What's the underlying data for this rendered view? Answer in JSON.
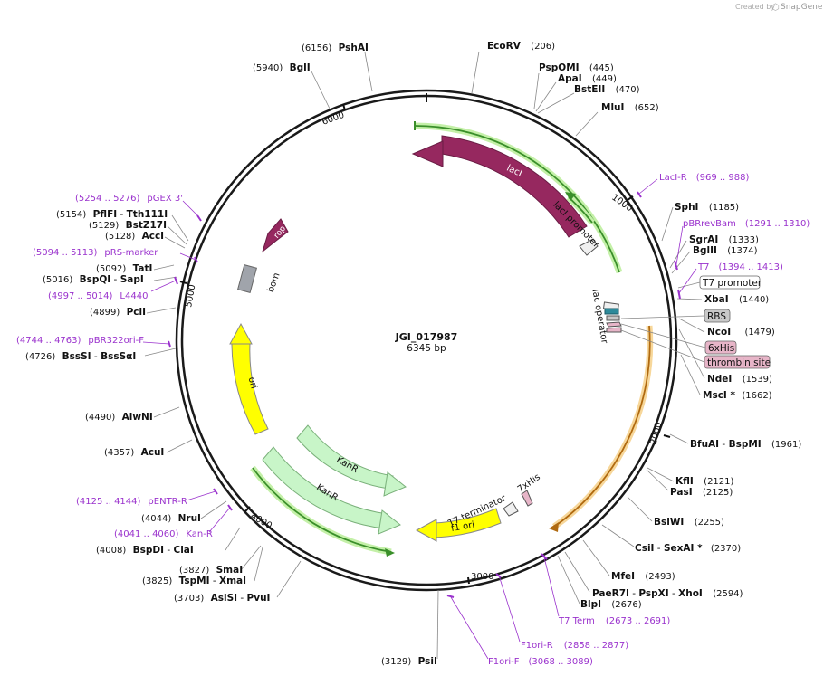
{
  "title": "JGI_017987",
  "size_text": "6345 bp",
  "credit": {
    "prefix": "Created by",
    "brand": "SnapGene"
  },
  "ticks": [
    {
      "id": "tick-1000",
      "text": "1000"
    },
    {
      "id": "tick-2000",
      "text": "2000"
    },
    {
      "id": "tick-3000",
      "text": "3000"
    },
    {
      "id": "tick-4000",
      "text": "4000"
    },
    {
      "id": "tick-5000",
      "text": "5000"
    },
    {
      "id": "tick-6000",
      "text": "6000"
    }
  ],
  "features": [
    {
      "id": "laci",
      "text": "lacI"
    },
    {
      "id": "laci-promoter",
      "text": "lacI promoter"
    },
    {
      "id": "lac-operator",
      "text": "lac operator"
    },
    {
      "id": "rop",
      "text": "rop"
    },
    {
      "id": "bom",
      "text": "bom"
    },
    {
      "id": "ori",
      "text": "ori"
    },
    {
      "id": "kanr1",
      "text": "KanR"
    },
    {
      "id": "kanr2",
      "text": "KanR"
    },
    {
      "id": "f1-ori",
      "text": "f1 ori"
    },
    {
      "id": "t7-terminator",
      "text": "T7 terminator"
    },
    {
      "id": "7xhis",
      "text": "7xHis"
    }
  ],
  "boxed_labels": [
    {
      "id": "t7-promoter",
      "text": "T7 promoter"
    },
    {
      "id": "rbs",
      "text": "RBS"
    },
    {
      "id": "6xhis",
      "text": "6xHis"
    },
    {
      "id": "thrombin-site",
      "text": "thrombin site"
    }
  ],
  "sites_right": [
    {
      "name": "EcoRV",
      "pos": "(206)"
    },
    {
      "name": "PspOMI",
      "pos": "(445)"
    },
    {
      "name": "ApaI",
      "pos": "(449)"
    },
    {
      "name": "BstEII",
      "pos": "(470)"
    },
    {
      "name": "MluI",
      "pos": "(652)"
    },
    {
      "name": "SphI",
      "pos": "(1185)"
    },
    {
      "name": "SgrAI",
      "pos": "(1333)"
    },
    {
      "name": "BglII",
      "pos": "(1374)"
    },
    {
      "name": "XbaI",
      "pos": "(1440)"
    },
    {
      "name": "NcoI",
      "pos": "(1479)"
    },
    {
      "name": "NdeI",
      "pos": "(1539)"
    },
    {
      "name": "MscI *",
      "pos": "(1662)"
    },
    {
      "name": "BfuAI",
      "sep": " - ",
      "name2": "BspMI",
      "pos": "(1961)"
    },
    {
      "name": "KflI",
      "pos": "(2121)"
    },
    {
      "name": "PasI",
      "pos": "(2125)"
    },
    {
      "name": "BsiWI",
      "pos": "(2255)"
    },
    {
      "name": "CsiI",
      "sep": " - ",
      "name2": "SexAI *",
      "pos": "(2370)"
    },
    {
      "name": "MfeI",
      "pos": "(2493)"
    },
    {
      "name": "PaeR7I",
      "sep": " - ",
      "name2": "PspXI",
      "sep2": " - ",
      "name3": "XhoI",
      "pos": "(2594)"
    },
    {
      "name": "BlpI",
      "pos": "(2676)"
    },
    {
      "name": "PsiI",
      "pos": "(3129)"
    }
  ],
  "sites_left": [
    {
      "name": "PshAI",
      "pos": "(6156)"
    },
    {
      "name": "BglI",
      "pos": "(5940)"
    },
    {
      "name": "PflFI",
      "sep": " - ",
      "name2": "Tth111I",
      "pos": "(5154)"
    },
    {
      "name": "BstZ17I",
      "pos": "(5129)"
    },
    {
      "name": "AccI",
      "pos": "(5128)"
    },
    {
      "name": "TatI",
      "pos": "(5092)"
    },
    {
      "name": "BspQI",
      "sep": " - ",
      "name2": "SapI",
      "pos": "(5016)"
    },
    {
      "name": "PciI",
      "pos": "(4899)"
    },
    {
      "name": "BssSI",
      "sep": " - ",
      "name2": "BssSαI",
      "pos": "(4726)"
    },
    {
      "name": "AlwNI",
      "pos": "(4490)"
    },
    {
      "name": "AcuI",
      "pos": "(4357)"
    },
    {
      "name": "NruI",
      "pos": "(4044)"
    },
    {
      "name": "BspDI",
      "sep": " - ",
      "name2": "ClaI",
      "pos": "(4008)"
    },
    {
      "name": "SmaI",
      "pos": "(3827)"
    },
    {
      "name": "TspMI",
      "sep": " - ",
      "name2": "XmaI",
      "pos": "(3825)"
    },
    {
      "name": "AsiSI",
      "sep": " - ",
      "name2": "PvuI",
      "pos": "(3703)"
    }
  ],
  "primers": [
    {
      "name": "LacI-R",
      "range": "(969 .. 988)"
    },
    {
      "name": "pBRrevBam",
      "range": "(1291 .. 1310)"
    },
    {
      "name": "T7",
      "range": "(1394 .. 1413)"
    },
    {
      "name": "T7 Term",
      "range": "(2673 .. 2691)"
    },
    {
      "name": "F1ori-R",
      "range": "(2858 .. 2877)"
    },
    {
      "name": "F1ori-F",
      "range": "(3068 .. 3089)"
    },
    {
      "name": "pGEX 3'",
      "range": "(5254 .. 5276)"
    },
    {
      "name": "pRS-marker",
      "range": "(5094 .. 5113)"
    },
    {
      "name": "L4440",
      "range": "(4997 .. 5014)"
    },
    {
      "name": "pBR322ori-F",
      "range": "(4744 .. 4763)"
    },
    {
      "name": "pENTR-R",
      "range": "(4125 .. 4144)"
    },
    {
      "name": "Kan-R",
      "range": "(4041 .. 4060)"
    }
  ],
  "colors": {
    "backbone": "#1a1a1a",
    "laci": "#96285f",
    "rop": "#96285f",
    "bom": "#a0a4ab",
    "ori": "#ffff00",
    "kanr": "#c8f5c8",
    "f1_ori": "#ffff00",
    "primer": "#9a32cd",
    "promoter_arrow": "#f0f0f0",
    "teal": "#2d8a9a",
    "pink": "#e7b5c8",
    "green_line": "#3a8f2a",
    "green_glow": "#c4f0a8",
    "orange_line": "#b06a10",
    "orange_glow": "#f7d79a"
  }
}
